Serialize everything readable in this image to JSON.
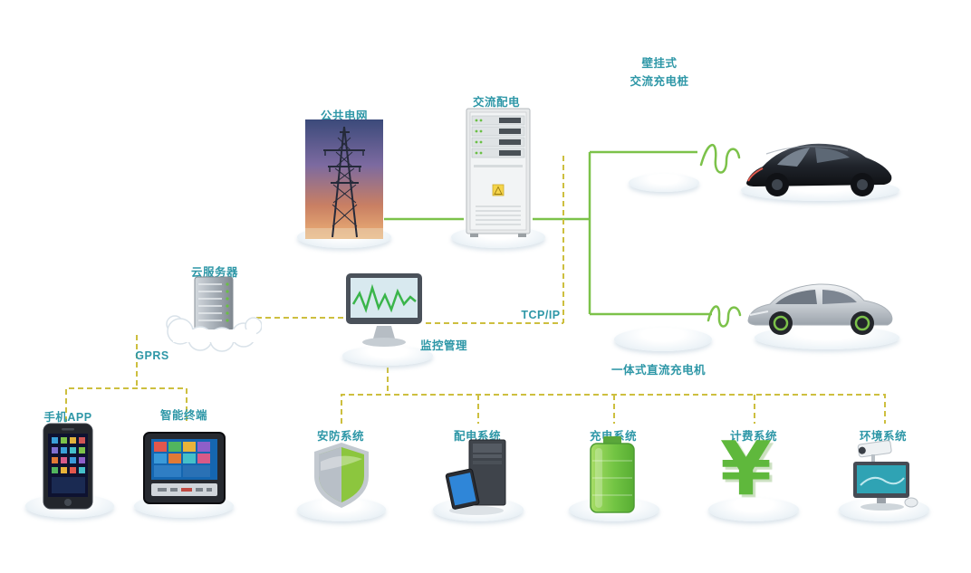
{
  "diagram": {
    "labels": {
      "public_grid": "公共电网",
      "ac_distribution": "交流配电",
      "wall_charger_line1": "壁挂式",
      "wall_charger_line2": "交流充电桩",
      "cloud_server": "云服务器",
      "monitoring": "监控管理",
      "tcpip": "TCP/IP",
      "gprs": "GPRS",
      "dc_charger": "一体式直流充电机",
      "mobile_app": "手机APP",
      "smart_terminal": "智能终端",
      "security_system": "安防系统",
      "distribution_system": "配电系统",
      "charging_system": "充电系统",
      "billing_system": "计费系统",
      "environment_system": "环境系统",
      "yuan_symbol": "¥"
    },
    "colors": {
      "label_teal": "#2e97a7",
      "line_green": "#7cc24a",
      "line_yellow_dashed": "#cdbf3f",
      "battery_green": "#6abf45"
    }
  }
}
